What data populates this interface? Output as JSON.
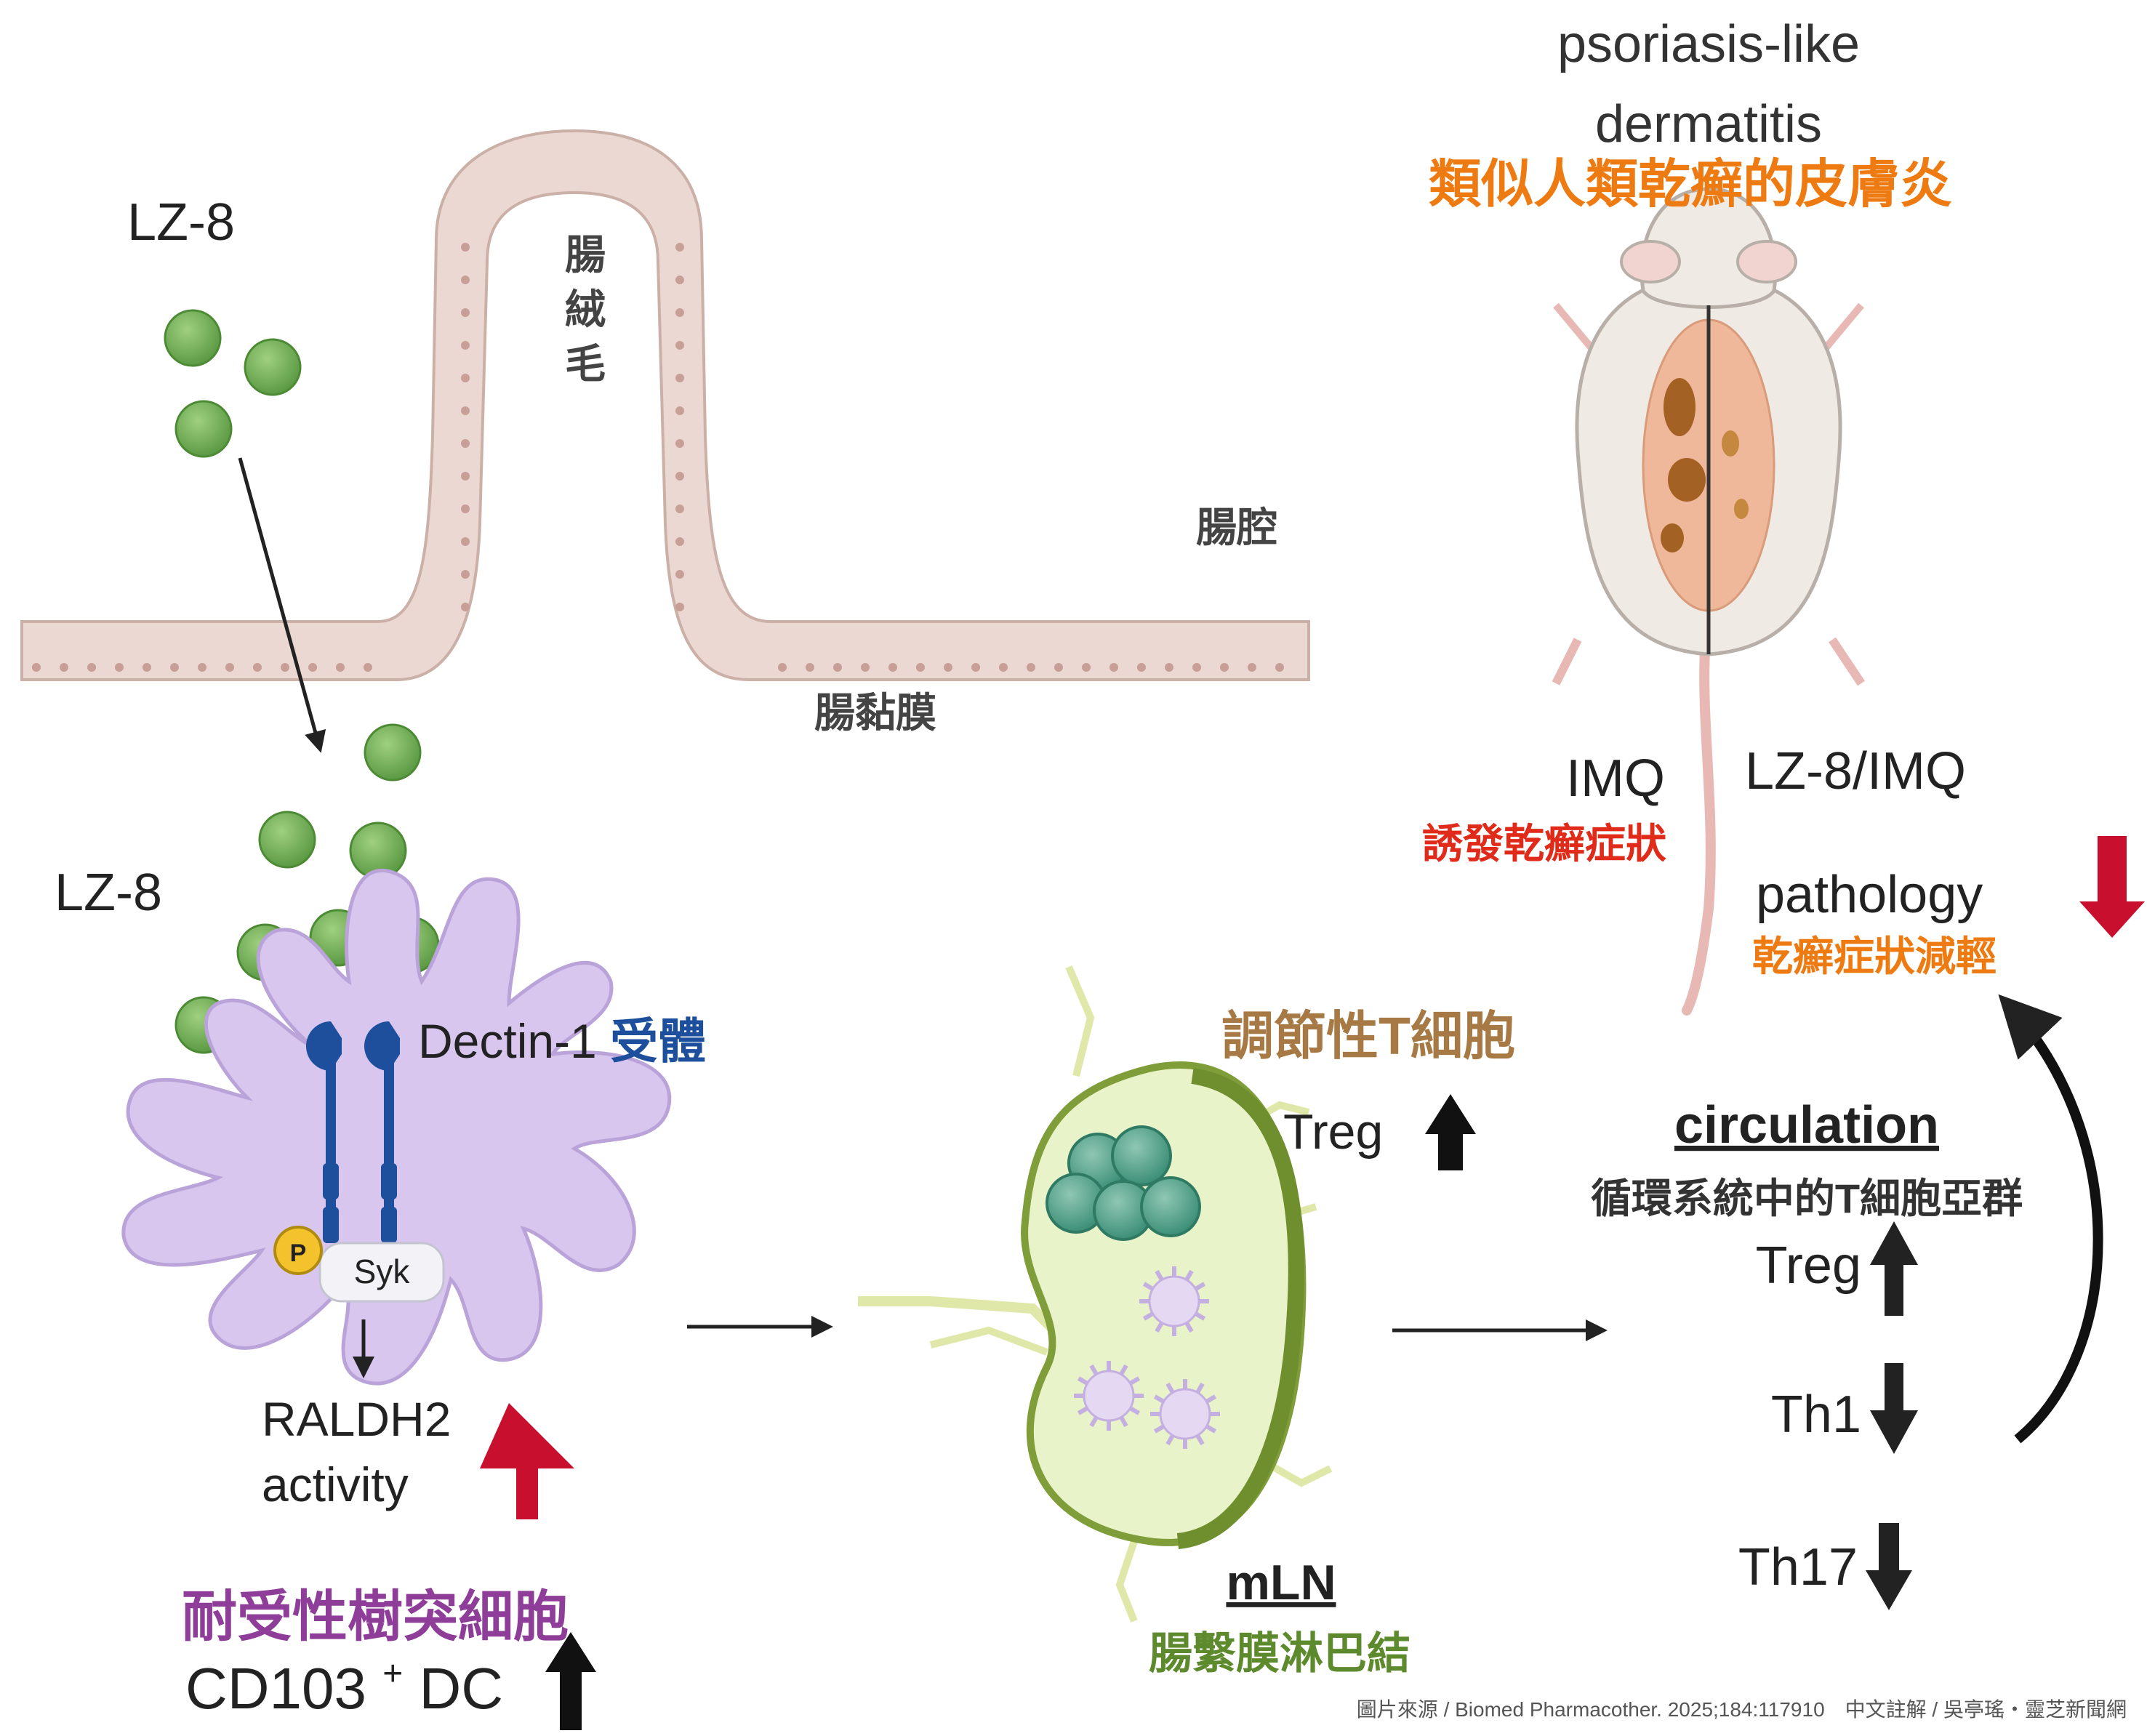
{
  "labels": {
    "lz8_top": "LZ-8",
    "lz8_mid": "LZ-8",
    "villus_title": [
      "腸",
      "絨",
      "毛"
    ],
    "lumen": "腸腔",
    "mucosa": "腸黏膜",
    "dectin": "Dectin-1",
    "receptor_zh": "受體",
    "syk": "Syk",
    "phospho": "P",
    "raldh2": "RALDH2",
    "activity": "activity",
    "tolerogenic_dc_zh": "耐受性樹突細胞",
    "cd103": "CD103",
    "cd103_sup": "+",
    "dc": " DC",
    "treg_zh": "調節性T細胞",
    "treg": "Treg",
    "mln": "mLN",
    "mln_zh": "腸繫膜淋巴結",
    "psoriasis_line1": "psoriasis-like",
    "psoriasis_line2": "dermatitis",
    "psoriasis_zh": "類似人類乾癬的皮膚炎",
    "imq": "IMQ",
    "imq_zh": "誘發乾癬症狀",
    "lz8_imq": "LZ-8/IMQ",
    "pathology": "pathology",
    "pathology_zh": "乾癬症狀減輕",
    "circulation": "circulation",
    "circulation_zh": "循環系統中的T細胞亞群",
    "treg2": "Treg",
    "th1": "Th1",
    "th17": "Th17"
  },
  "caption": "圖片來源 / Biomed Pharmacother. 2025;184:117910　中文註解 / 吳亭瑤・靈芝新聞網",
  "colors": {
    "orange": "#ee7a12",
    "red": "#e02a1a",
    "blue": "#1d4f9c",
    "purple": "#8e3d99",
    "brown": "#a77a45",
    "green_text": "#5d8a2c",
    "dark_red_arrow": "#c8102e",
    "lz8_ball": "#6aa84f",
    "dc_cell": "#d8c6ef",
    "mucosa": "#ecd8d3",
    "lymph_node": "#e9f3c9"
  }
}
